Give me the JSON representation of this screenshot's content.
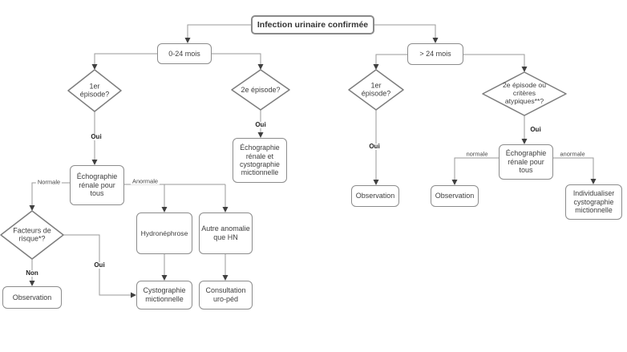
{
  "diagram": {
    "title": "Infection urinaire confirmée",
    "nodes": {
      "root": {
        "label": "Infection urinaire confirmée"
      },
      "age_0_24": {
        "label": "0-24 mois"
      },
      "age_gt_24": {
        "label": "> 24 mois"
      },
      "first_episode_left": {
        "label": "1er épisode?"
      },
      "second_episode_left": {
        "label": "2e épisode?"
      },
      "echo_renale_left": {
        "label": "Échographie rénale pour tous"
      },
      "echo_et_cysto": {
        "label": "Échographie rénale et cystographie mictionnelle"
      },
      "facteurs_risque": {
        "label": "Facteurs de risque*?"
      },
      "hydronephrose": {
        "label": "Hydronéphrose"
      },
      "autre_anomalie": {
        "label": "Autre anomalie que HN"
      },
      "observation_left": {
        "label": "Observation"
      },
      "cystographie": {
        "label": "Cystographie mictionnelle"
      },
      "consultation": {
        "label": "Consultation uro-péd"
      },
      "first_episode_right": {
        "label": "1er épisode?"
      },
      "second_episode_right": {
        "label": "2e épisode ou critères atypiques**?"
      },
      "observation_right_1": {
        "label": "Observation"
      },
      "echo_renale_right": {
        "label": "Échographie rénale pour tous"
      },
      "observation_right_2": {
        "label": "Observation"
      },
      "individualiser": {
        "label": "Individualiser cystographie mictionnelle"
      }
    },
    "edge_labels": {
      "oui_first_left": "Oui",
      "oui_second_left": "Oui",
      "normale_left": "Normale",
      "anormale_left": "Anormale",
      "non_facteurs": "Non",
      "oui_facteurs": "Oui",
      "oui_first_right": "Oui",
      "oui_second_right": "Oui",
      "normale_right": "normale",
      "anormale_right": "anormale"
    },
    "colors": {
      "background": "#ffffff",
      "line": "#9a9a9a",
      "arrow": "#404040",
      "box_border": "#8c8c8c",
      "text": "#3d3d3d"
    }
  }
}
